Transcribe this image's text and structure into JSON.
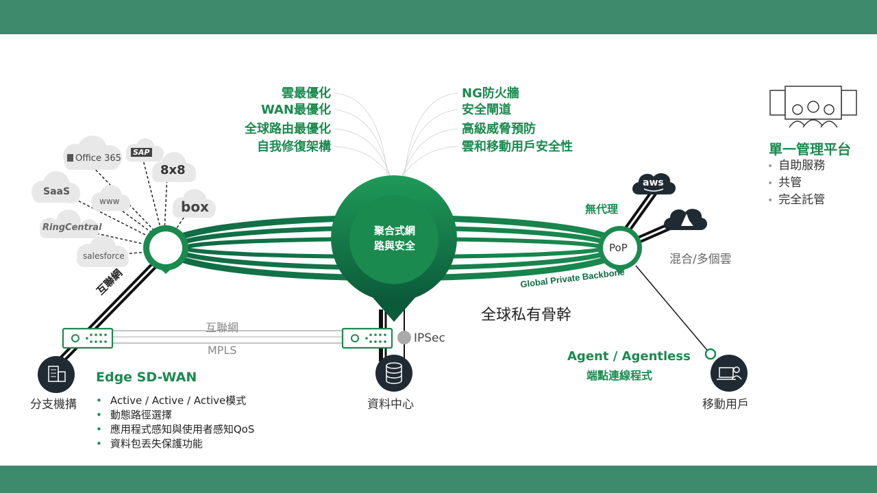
{
  "features_left": [
    "雲最優化",
    "WAN最優化",
    "全球路由最優化",
    "自我修復架構"
  ],
  "features_right": [
    "NG防火牆",
    "安全閘道",
    "高級威脅預防",
    "雲和移動用戶安全性"
  ],
  "hub": {
    "line1": "聚合式網",
    "line2": "路與安全"
  },
  "cloud_apps": [
    "Office 365",
    "SAP",
    "8x8",
    "SaaS",
    "www",
    "box",
    "RingCentral",
    "salesforce"
  ],
  "links": {
    "internet_diag": "互聯網",
    "internet_horiz": "互聯網",
    "mpls": "MPLS",
    "ipsec": "IPSec",
    "backbone_en": "Global Private Backbone",
    "backbone_zh": "全球私有骨幹"
  },
  "pop": {
    "label": "PoP",
    "clientless": "無代理",
    "cloud_label": "混合/多個雲",
    "aws": "aws"
  },
  "agent": {
    "line1": "Agent / Agentless",
    "line2": "端點連線程式"
  },
  "nodes": {
    "branch": "分支機搆",
    "datacenter": "資料中心",
    "mobile": "移動用戶"
  },
  "edge": {
    "title": "Edge SD-WAN",
    "bullets": [
      "Active / Active / Active模式",
      "動態路徑選擇",
      "應用程式感知與使用者感知QoS",
      "資料包丟失保護功能"
    ]
  },
  "management": {
    "title": "單一管理平台",
    "items": [
      "自助服務",
      "共管",
      "完全託管"
    ]
  },
  "colors": {
    "brand_green": "#1a8a4f",
    "dark_green": "#0f6b45",
    "band": "#3d8a6c"
  }
}
